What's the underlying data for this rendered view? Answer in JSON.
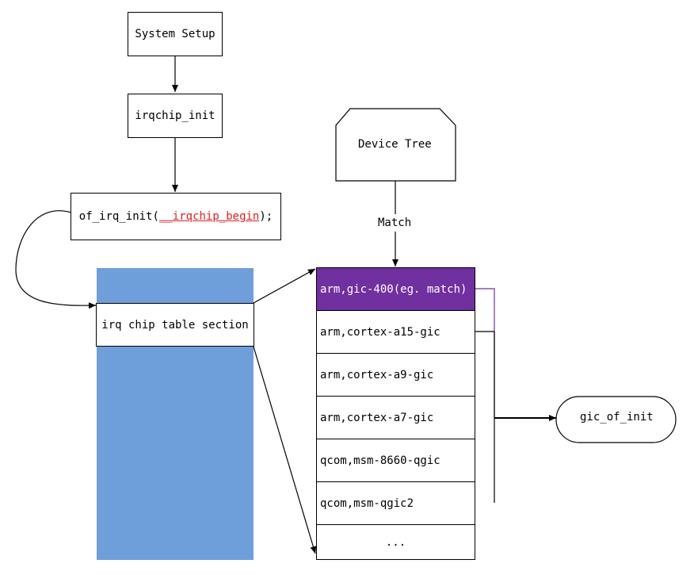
{
  "nodes": {
    "system_setup": "System Setup",
    "irqchip_init": "irqchip_init",
    "of_irq_init_prefix": "of_irq_init(",
    "of_irq_init_arg": "__irqchip_begin",
    "of_irq_init_suffix": ");",
    "device_tree": "Device Tree",
    "match_label": "Match",
    "table_section": "irq chip table section",
    "gic_of_init": "gic_of_init"
  },
  "compat_list": [
    "arm,gic-400(eg. match)",
    "arm,cortex-a15-gic",
    "arm,cortex-a9-gic",
    "arm,cortex-a7-gic",
    "qcom,msm-8660-qgic",
    "qcom,msm-qgic2",
    "..."
  ],
  "colors": {
    "table_fill": "#6f9fdb",
    "highlight": "#7030a0",
    "arg_text": "#e02020"
  }
}
